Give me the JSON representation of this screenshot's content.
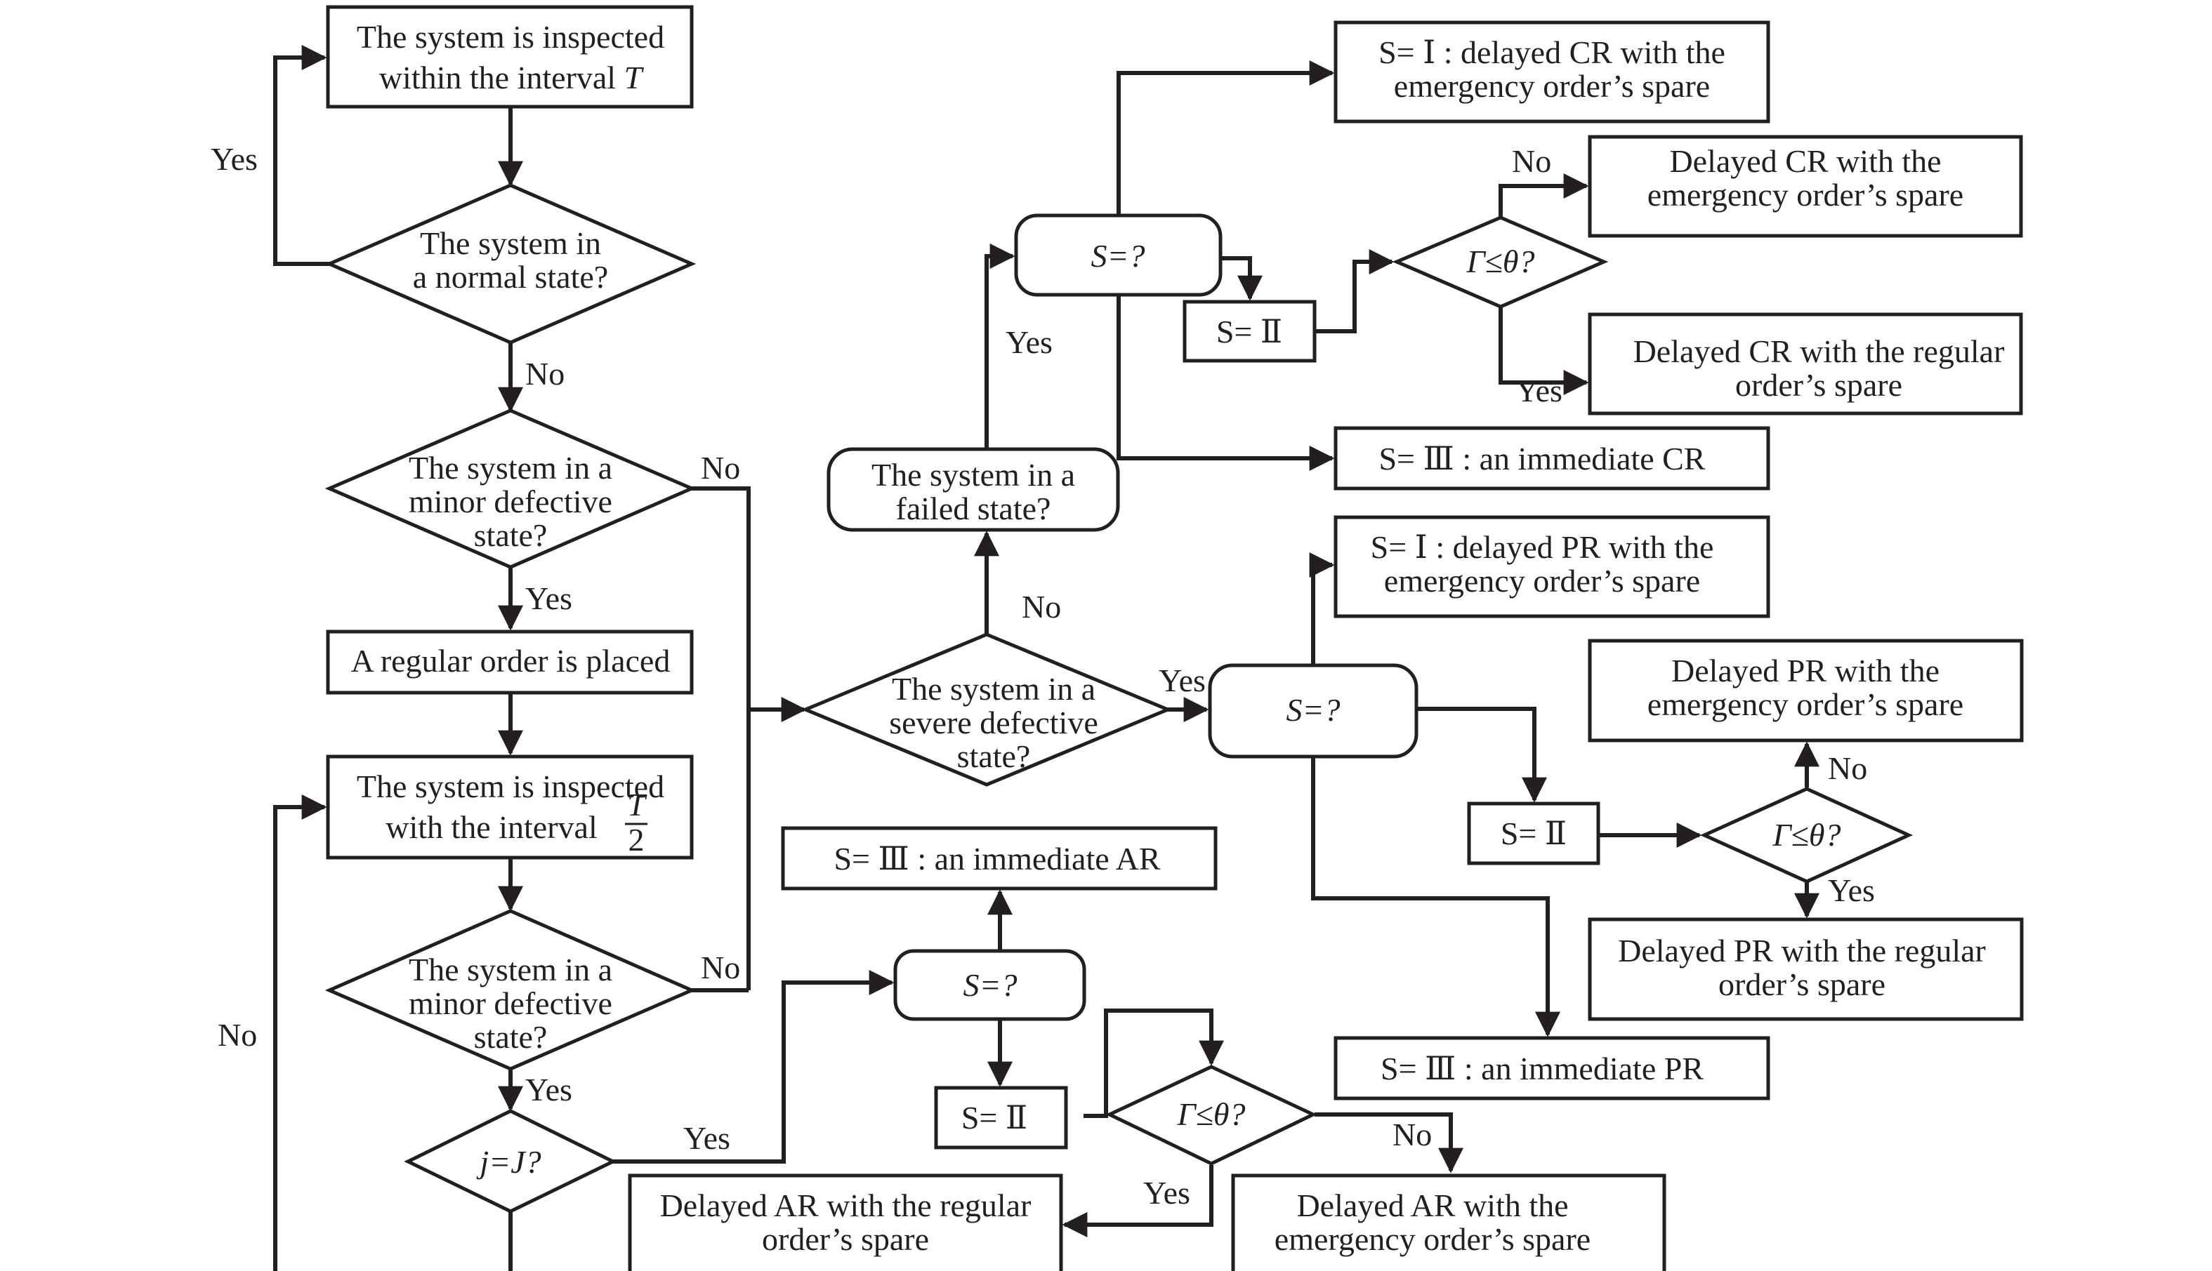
{
  "diagram": {
    "title": "Inspection and replacement decision flowchart",
    "nodes": {
      "inspect_T": {
        "lines": [
          "The system is inspected",
          "within the interval T"
        ]
      },
      "normal_q": {
        "lines": [
          "The system in",
          "a normal state?"
        ]
      },
      "minor_q1": {
        "lines": [
          "The system in a",
          "minor defective",
          "state?"
        ]
      },
      "regular_order": {
        "lines": [
          "A regular order is placed"
        ]
      },
      "inspect_T2": {
        "lines": [
          "The system is inspected",
          "with the interval T/2"
        ]
      },
      "minor_q2": {
        "lines": [
          "The system in a",
          "minor defective",
          "state?"
        ]
      },
      "jJ_q": {
        "lines": [
          "j=J?"
        ]
      },
      "severe_q": {
        "lines": [
          "The system in a",
          "severe defective",
          "state?"
        ]
      },
      "failed_q": {
        "lines": [
          "The system in a",
          "failed state?"
        ]
      },
      "cr_s_q": {
        "lines": [
          "S=?"
        ]
      },
      "cr_s1": {
        "lines": [
          "S= Ⅰ : delayed CR with the",
          "emergency order’s spare"
        ]
      },
      "cr_s2": {
        "lines": [
          "S= Ⅱ"
        ]
      },
      "cr_gamma": {
        "lines": [
          "Γ≤θ?"
        ]
      },
      "cr_emerg": {
        "lines": [
          "Delayed CR with the",
          "emergency order’s spare"
        ]
      },
      "cr_regular": {
        "lines": [
          "Delayed CR with the regular",
          "order’s spare"
        ]
      },
      "cr_s3": {
        "lines": [
          "S= Ⅲ : an immediate CR"
        ]
      },
      "pr_s_q": {
        "lines": [
          "S=?"
        ]
      },
      "pr_s1": {
        "lines": [
          "S= Ⅰ : delayed PR with the",
          "emergency order’s spare"
        ]
      },
      "pr_s2": {
        "lines": [
          "S= Ⅱ"
        ]
      },
      "pr_gamma": {
        "lines": [
          "Γ≤θ?"
        ]
      },
      "pr_emerg": {
        "lines": [
          "Delayed PR with the",
          "emergency order’s spare"
        ]
      },
      "pr_regular": {
        "lines": [
          "Delayed PR with the regular",
          "order’s spare"
        ]
      },
      "pr_s3": {
        "lines": [
          "S= Ⅲ : an immediate PR"
        ]
      },
      "ar_s_q": {
        "lines": [
          "S=?"
        ]
      },
      "ar_s3": {
        "lines": [
          "S= Ⅲ : an immediate AR"
        ]
      },
      "ar_s2": {
        "lines": [
          "S= Ⅱ"
        ]
      },
      "ar_gamma": {
        "lines": [
          "Γ≤θ?"
        ]
      },
      "ar_regular": {
        "lines": [
          "Delayed AR with the regular",
          "order’s spare"
        ]
      },
      "ar_emerg": {
        "lines": [
          "Delayed AR with the",
          "emergency order’s spare"
        ]
      }
    },
    "edge_labels": {
      "normal_yes": "Yes",
      "normal_no": "No",
      "minor1_no": "No",
      "minor1_yes": "Yes",
      "minor2_no": "No",
      "minor2_yes": "Yes",
      "jJ_no": "No",
      "jJ_yes": "Yes",
      "severe_no": "No",
      "severe_yes": "Yes",
      "failed_yes": "Yes",
      "cr_gamma_no": "No",
      "cr_gamma_yes": "Yes",
      "pr_gamma_no": "No",
      "pr_gamma_yes": "Yes",
      "ar_gamma_yes": "Yes",
      "ar_gamma_no": "No"
    }
  }
}
